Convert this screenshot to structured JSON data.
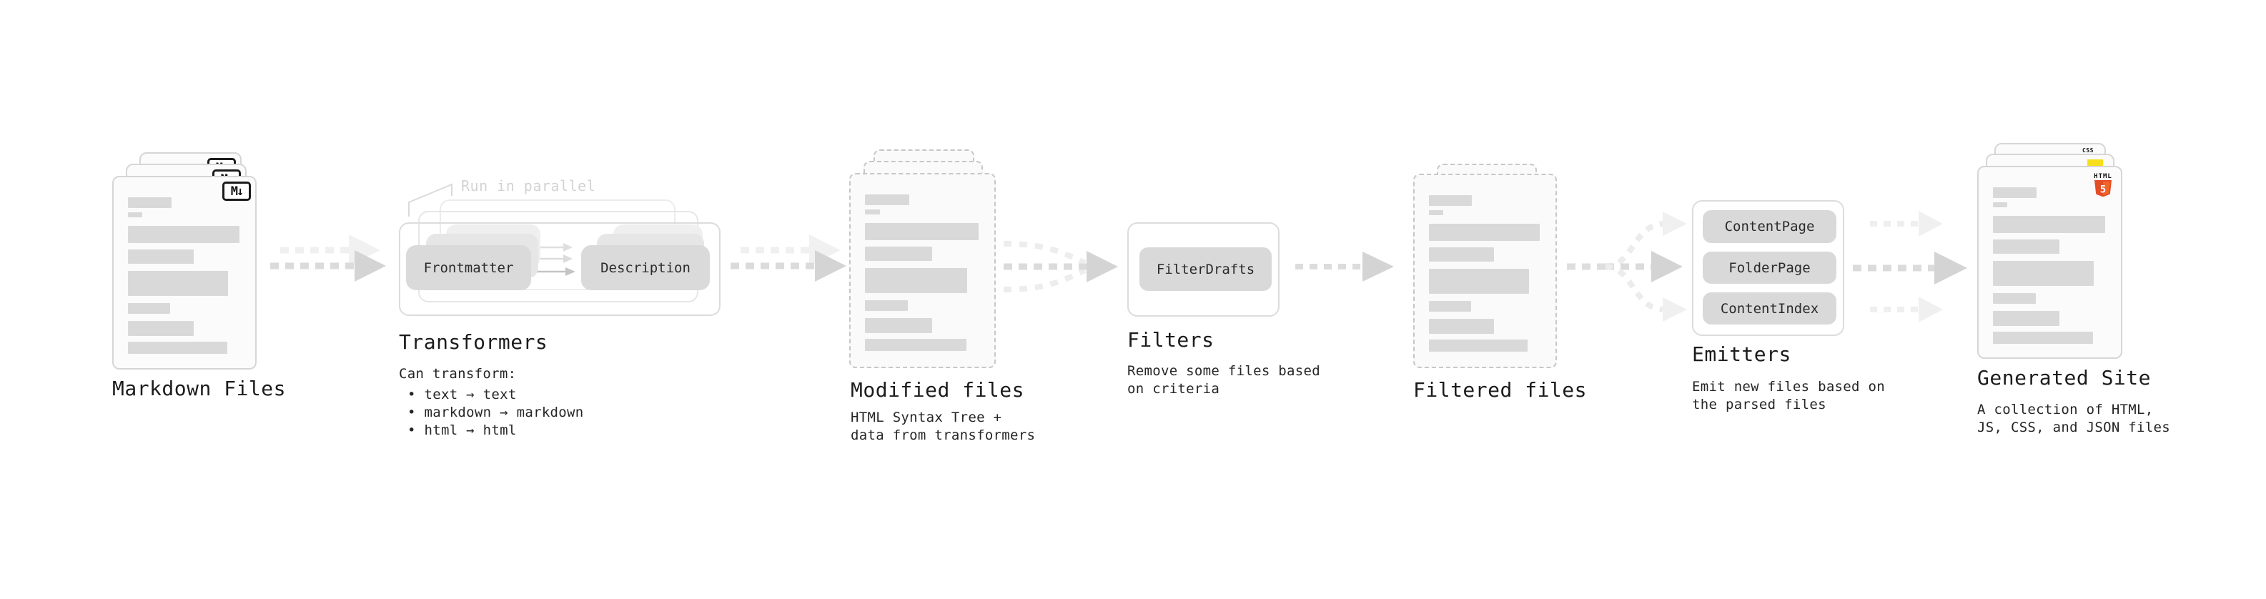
{
  "stages": {
    "markdown": {
      "title": "Markdown Files"
    },
    "transformers": {
      "title": "Transformers",
      "annotation": "Run in parallel",
      "pill_left": "Frontmatter",
      "pill_right": "Description",
      "desc_heading": "Can transform:",
      "bullet_1": "• text → text",
      "bullet_2": "• markdown → markdown",
      "bullet_3": "• html → html"
    },
    "modified": {
      "title": "Modified files",
      "desc_1": "HTML Syntax Tree +",
      "desc_2": "data from transformers"
    },
    "filters": {
      "title": "Filters",
      "pill": "FilterDrafts",
      "desc_1": "Remove some files based",
      "desc_2": "on criteria"
    },
    "filtered": {
      "title": "Filtered files"
    },
    "emitters": {
      "title": "Emitters",
      "pill_1": "ContentPage",
      "pill_2": "FolderPage",
      "pill_3": "ContentIndex",
      "desc_1": "Emit new files based on",
      "desc_2": "the parsed files"
    },
    "generated": {
      "title": "Generated Site",
      "desc_1": "A collection of HTML,",
      "desc_2": "JS, CSS, and JSON files"
    }
  },
  "badges": {
    "markdown_icon": "M↓",
    "html5_label": "HTML",
    "html5_number": "5",
    "css_label": "CSS"
  },
  "colors": {
    "html5_orange": "#e44d26",
    "html5_orange_light": "#f16529",
    "js_yellow": "#f7df1e",
    "css_blue": "#2160d3",
    "card_border": "#d6d6d6",
    "dashed_border": "#c7c7c7",
    "bar_gray": "#d9d9d9",
    "arrow_gray": "#d4d4d4",
    "arrow_ghost": "#efefef",
    "text_dark": "#1c1c1c",
    "muted_gray": "#d3d3d3"
  }
}
